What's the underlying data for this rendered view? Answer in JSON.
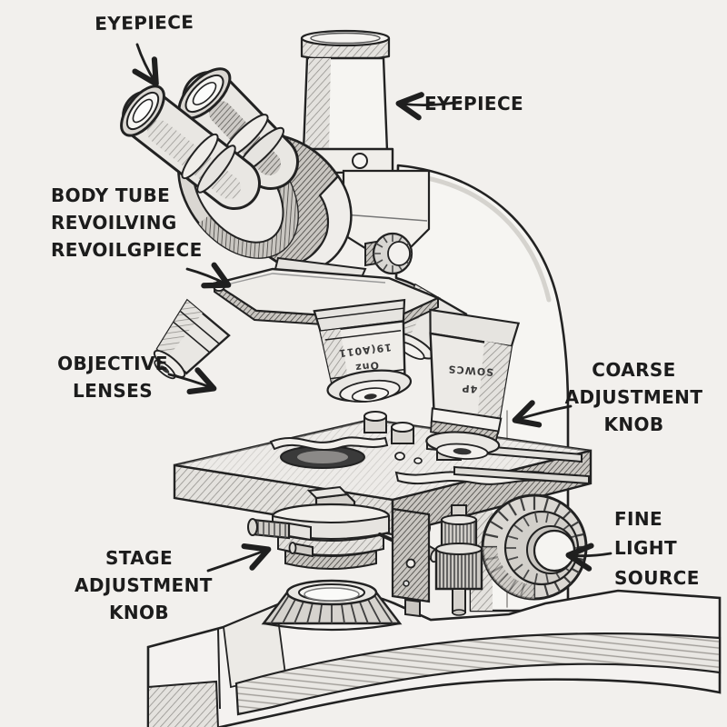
{
  "diagram": {
    "colors": {
      "paper": "#f2f0ed",
      "ink": "#1c1c1c"
    },
    "labels": {
      "eyepiece_top": "EYEPIECE",
      "eyepiece_right": "EYEPIECE",
      "body_tube": "BODY TUBE\nREVOILVING\nREVOILGPIECE",
      "objective_lenses": "OBJECTIVE\nLENSES",
      "coarse_adjustment": "COARSE\nADJUSTMENT\nKNOB",
      "stage_adjustment": "STAGE\nADJUSTMENT\nKNOB",
      "fine_light_source": "FINE\nLIGHT\nSOURCE"
    },
    "part_markings": {
      "objective_front": [
        "19(A011",
        "Onz"
      ],
      "objective_right": [
        "SOWCS",
        "4P"
      ]
    }
  }
}
